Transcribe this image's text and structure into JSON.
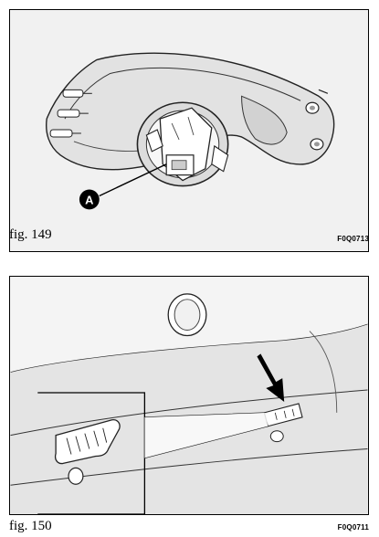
{
  "figures": [
    {
      "caption": "fig. 149",
      "code": "F0Q0713",
      "callout": "A"
    },
    {
      "caption": "fig. 150",
      "code": "F0Q0711"
    }
  ]
}
